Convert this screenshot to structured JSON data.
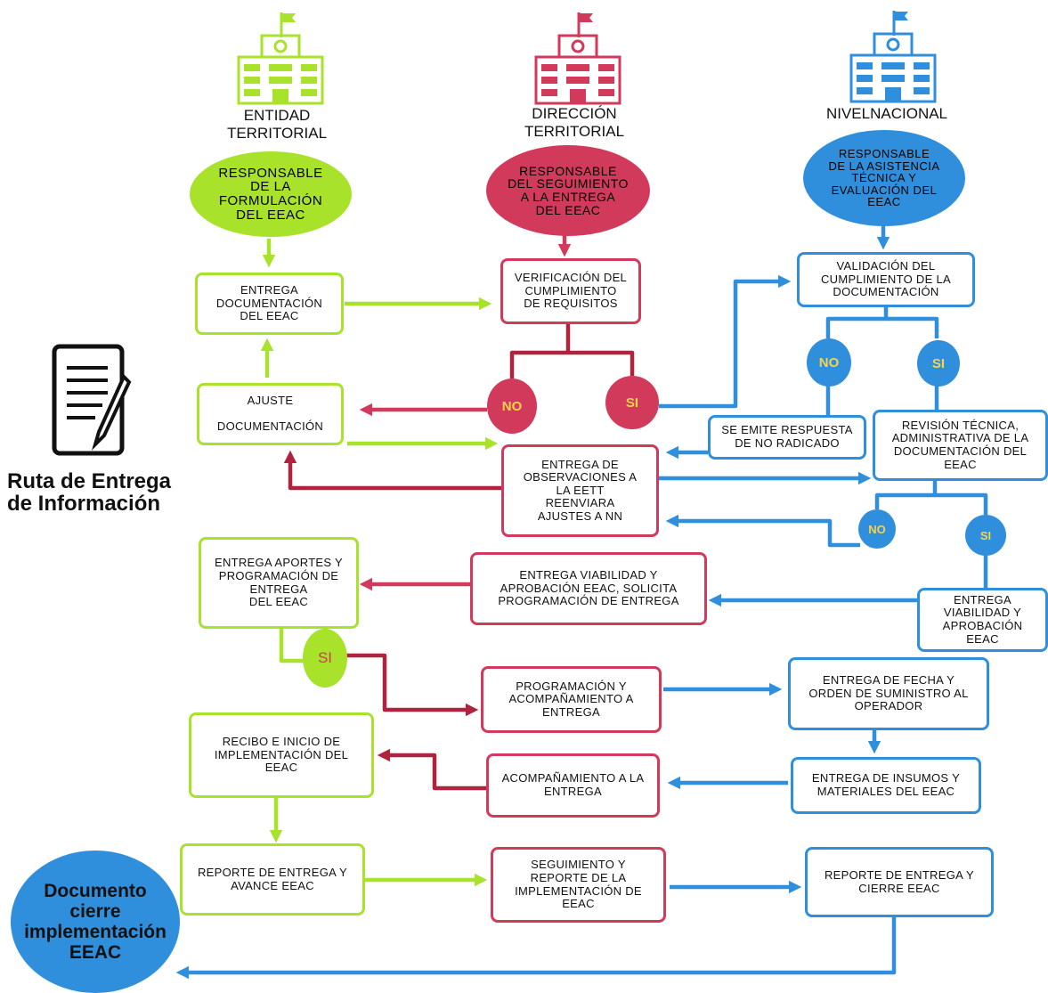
{
  "colors": {
    "green": "#a8e22b",
    "red": "#d23a5b",
    "blue": "#2f8fdc",
    "darkred": "#b0233f"
  },
  "icons": {
    "document": "document-icon",
    "building": "building-icon",
    "flag": "flag-icon"
  },
  "columns": {
    "entidad": {
      "title": "ENTIDAD\nTERRITORIAL",
      "role": "RESPONSABLE\nDE LA\nFORMULACIÓN\nDEL EEAC"
    },
    "direccion": {
      "title": "DIRECCIÓN\nTERRITORIAL",
      "role": "RESPONSABLE\nDEL SEGUIMIENTO\nA LA ENTREGA\nDEL EEAC"
    },
    "nivel": {
      "title": "NIVELNACIONAL",
      "role": "RESPONSABLE\nDE LA ASISTENCIA\nTÉCNICA Y\nEVALUACIÓN DEL\nEEAC"
    }
  },
  "side": {
    "title": "Ruta de Entrega de Información",
    "final": "Documento\ncierre\nimplementación\nEEAC"
  },
  "labels": {
    "yes": "SI",
    "no": "NO"
  },
  "boxes": {
    "entrega_doc": "ENTREGA\nDOCUMENTACIÓN\nDEL EEAC",
    "ajuste": "AJUSTE\n\nDOCUMENTACIÓN",
    "verificacion": "VERIFICACIÓN DEL\nCUMPLIMIENTO\nDE REQUISITOS",
    "validacion": "VALIDACIÓN DEL\nCUMPLIMIENTO DE LA\nDOCUMENTACIÓN",
    "no_radicado": "SE EMITE RESPUESTA\nDE NO RADICADO",
    "revision": "REVISIÓN TÉCNICA,\nADMINISTRATIVA DE LA\nDOCUMENTACIÓN DEL\nEEAC",
    "observaciones": "ENTREGA DE\nOBSERVACIONES A\nLA EETT\nREENVIARA\nAJUSTES A NN",
    "aportes": "ENTREGA APORTES Y\nPROGRAMACIÓN DE\nENTREGA\nDEL EEAC",
    "viabilidad_dt": "ENTREGA VIABILIDAD Y\nAPROBACIÓN EEAC, SOLICITA\nPROGRAMACIÓN DE ENTREGA",
    "viabilidad_nn": "ENTREGA\nVIABILIDAD Y\nAPROBACIÓN EEAC",
    "programacion": "PROGRAMACIÓN Y\nACOMPAÑAMIENTO A\nENTREGA",
    "fecha": "ENTREGA DE FECHA Y\nORDEN DE SUMINISTRO AL\nOPERADOR",
    "recibo": "RECIBO E INICIO DE\nIMPLEMENTACIÓN DEL\nEEAC",
    "acompanamiento": "ACOMPAÑAMIENTO A LA\nENTREGA",
    "insumos": "ENTREGA DE INSUMOS Y\nMATERIALES DEL EEAC",
    "reporte_avance": "REPORTE DE ENTREGA Y\nAVANCE EEAC",
    "seguimiento": "SEGUIMIENTO Y\nREPORTE DE LA\nIMPLEMENTACIÓN DE\nEEAC",
    "reporte_cierre": "REPORTE DE ENTREGA Y\nCIERRE EEAC"
  }
}
